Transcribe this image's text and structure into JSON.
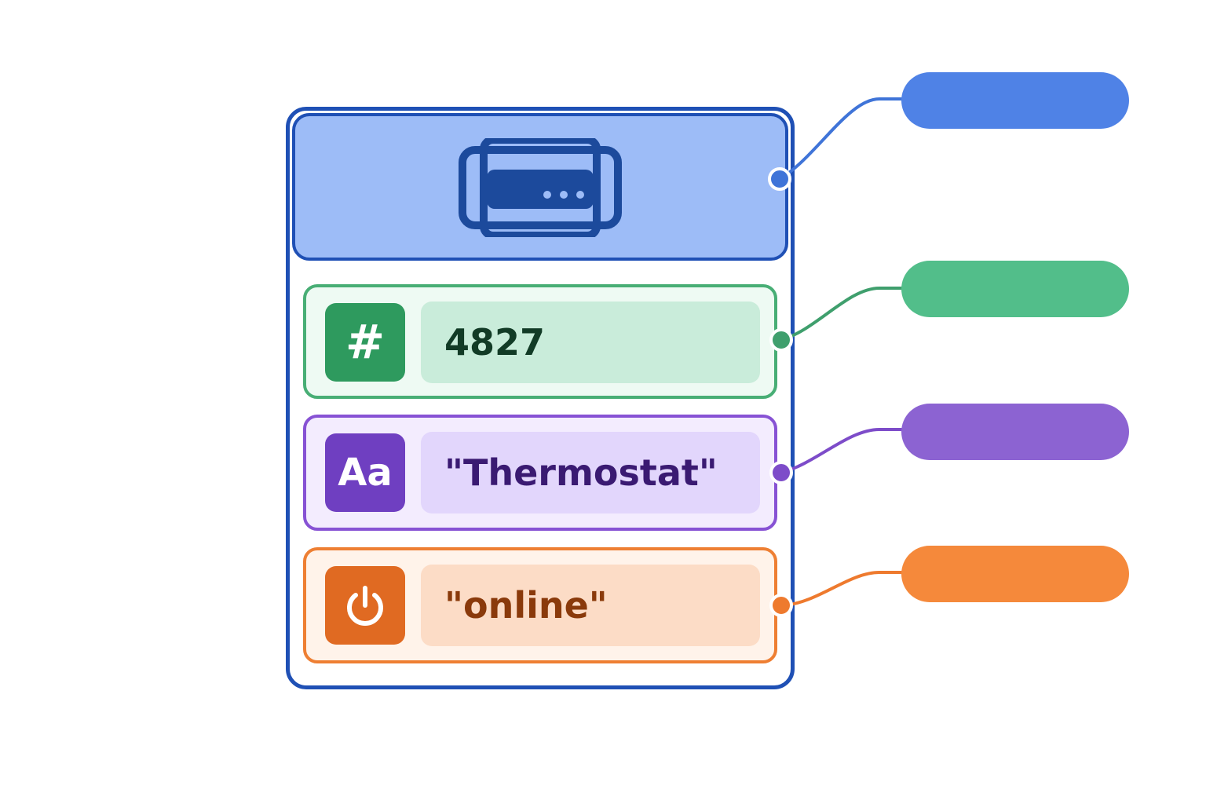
{
  "fields": {
    "number": {
      "badge_text": "#",
      "value": "4827",
      "color": "#2e9a5e"
    },
    "string": {
      "badge_text": "Aa",
      "value": "\"Thermostat\"",
      "color": "#6f3fc1"
    },
    "boolean": {
      "badge_icon": "power-icon",
      "value": "\"online\"",
      "color": "#e06a22"
    }
  },
  "header": {
    "icon": "device-icon",
    "color": "#1f50b5"
  },
  "labels": {
    "header_pill_color": "#4f82e6",
    "number_pill_color": "#52be8a",
    "string_pill_color": "#8c63d2",
    "boolean_pill_color": "#f5893b"
  }
}
